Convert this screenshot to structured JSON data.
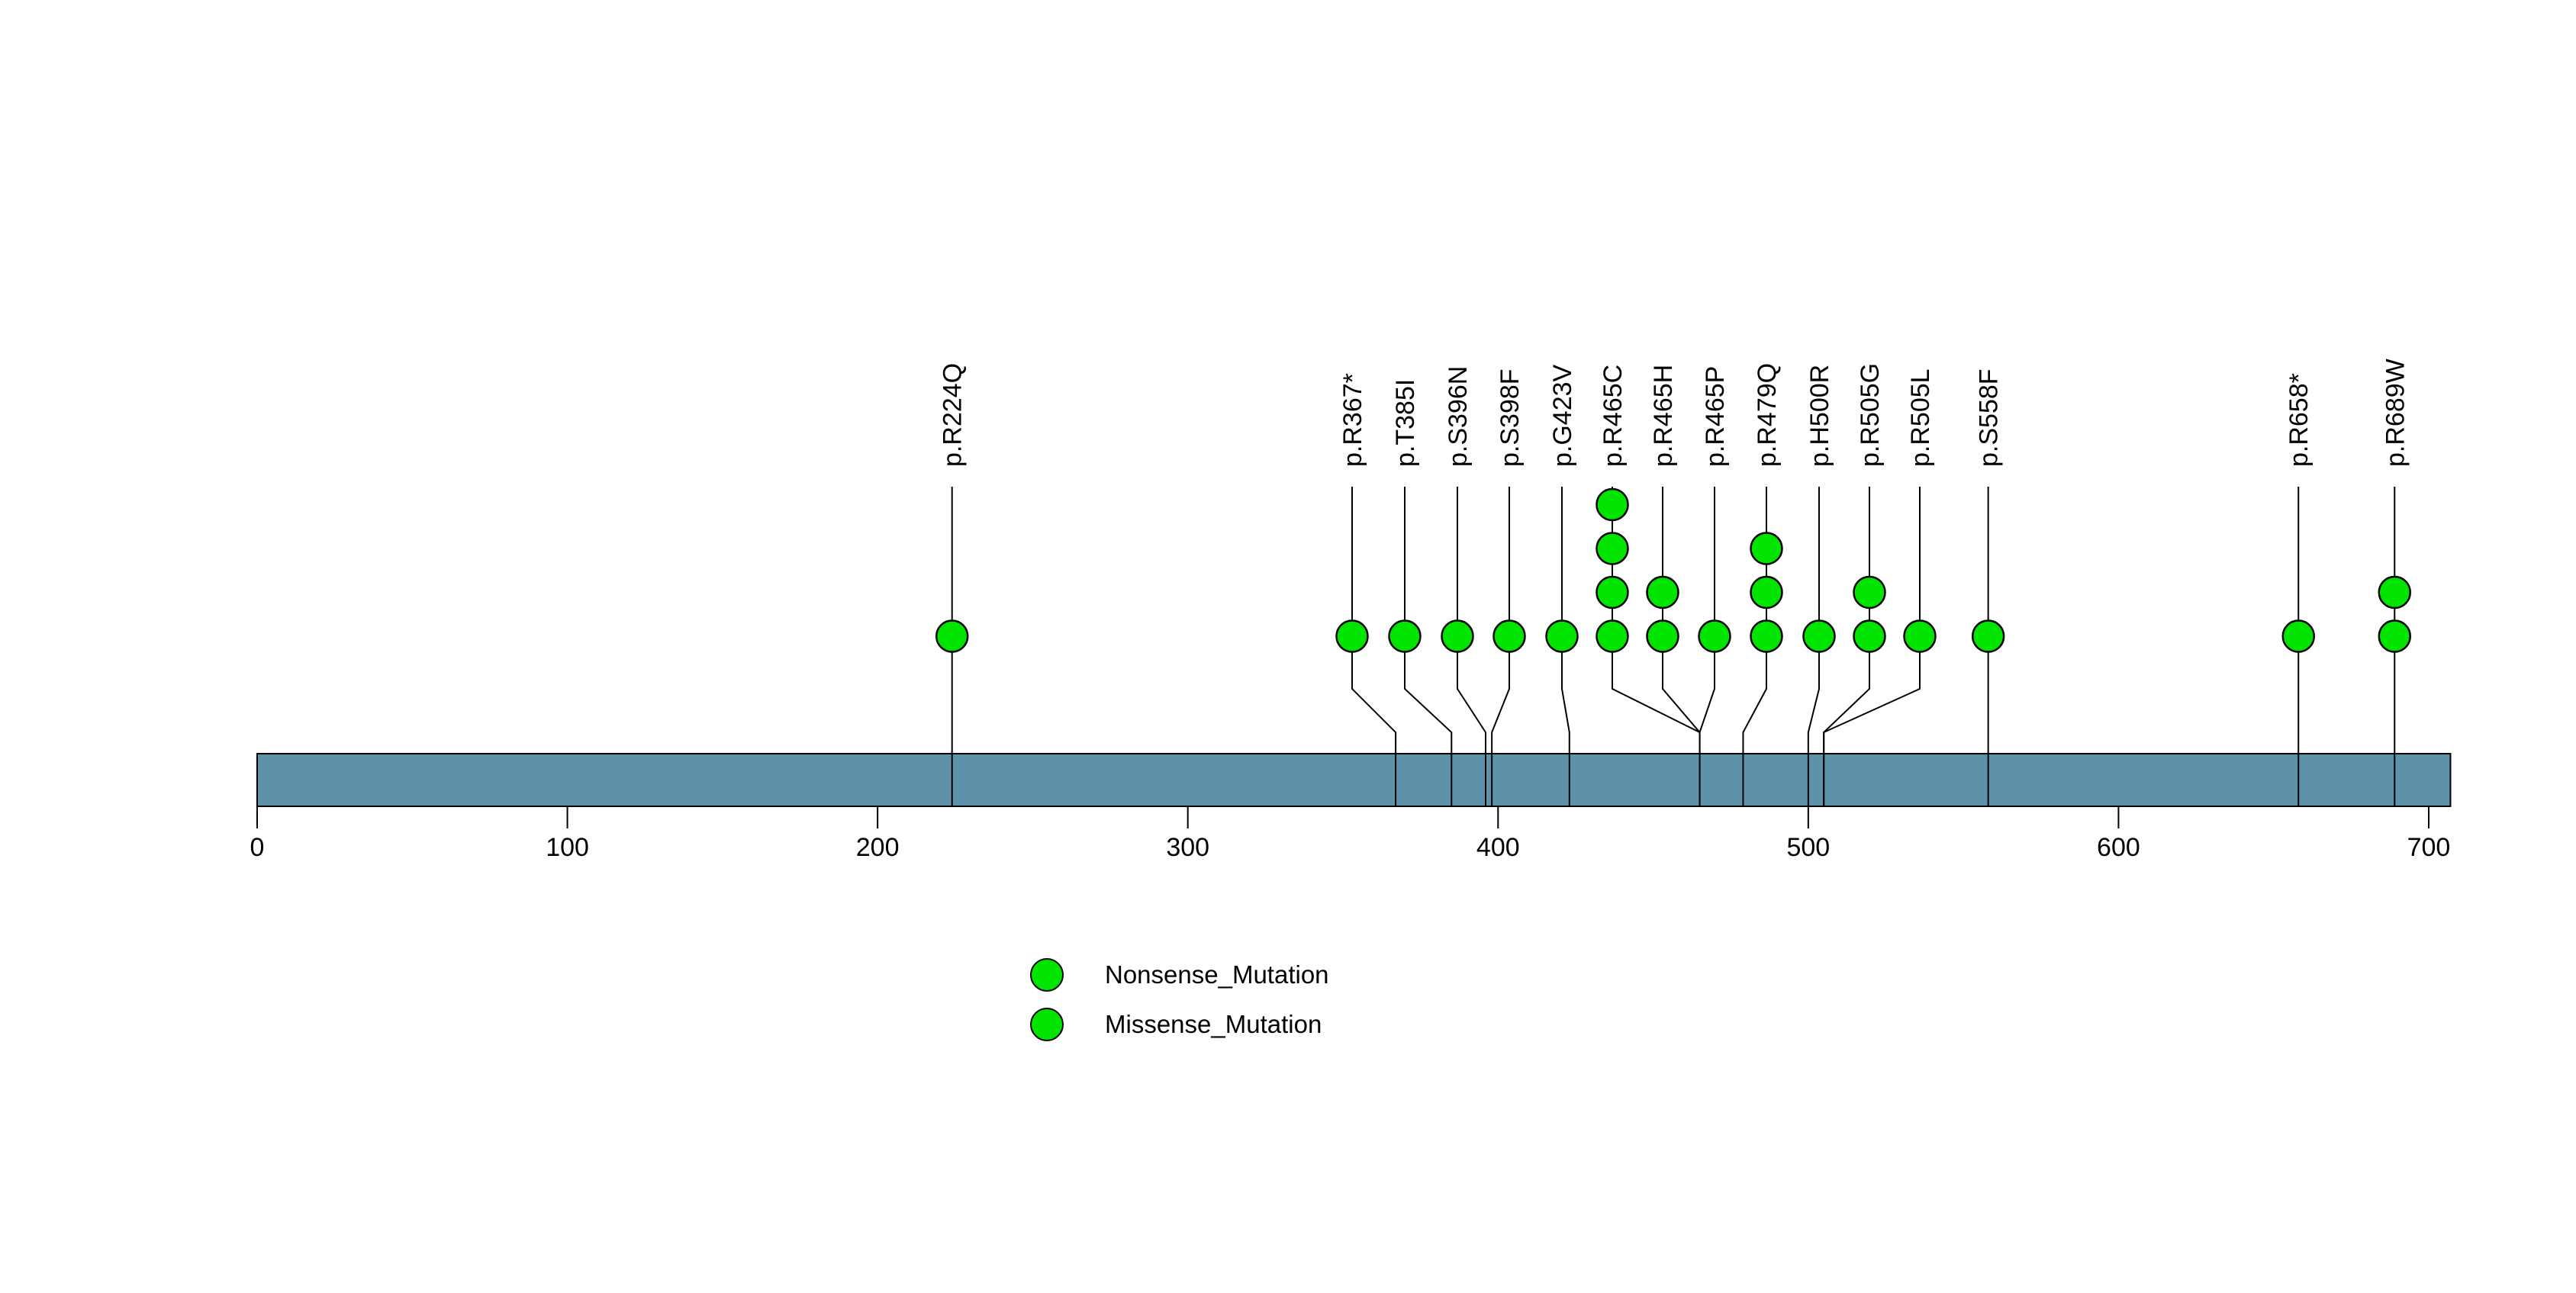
{
  "chart_data": {
    "type": "lollipop",
    "title": "",
    "xlabel": "",
    "ylabel": "",
    "grid": false,
    "x_axis": {
      "min": 0,
      "max": 707,
      "ticks": [
        0,
        100,
        200,
        300,
        400,
        500,
        600,
        700
      ]
    },
    "protein_length": 707,
    "colors": {
      "backbone": "#5E92A8",
      "lollipop_fill": "#00E400",
      "stroke": "#000000"
    },
    "mutations": [
      {
        "label": "p.R224Q",
        "position": 224,
        "count": 1,
        "classification": "Missense_Mutation"
      },
      {
        "label": "p.R367*",
        "position": 367,
        "count": 1,
        "classification": "Nonsense_Mutation"
      },
      {
        "label": "p.T385I",
        "position": 385,
        "count": 1,
        "classification": "Missense_Mutation"
      },
      {
        "label": "p.S396N",
        "position": 396,
        "count": 1,
        "classification": "Missense_Mutation"
      },
      {
        "label": "p.S398F",
        "position": 398,
        "count": 1,
        "classification": "Missense_Mutation"
      },
      {
        "label": "p.G423V",
        "position": 423,
        "count": 1,
        "classification": "Missense_Mutation"
      },
      {
        "label": "p.R465C",
        "position": 465,
        "count": 4,
        "classification": "Missense_Mutation"
      },
      {
        "label": "p.R465H",
        "position": 465,
        "count": 2,
        "classification": "Missense_Mutation"
      },
      {
        "label": "p.R465P",
        "position": 465,
        "count": 1,
        "classification": "Missense_Mutation"
      },
      {
        "label": "p.R479Q",
        "position": 479,
        "count": 3,
        "classification": "Missense_Mutation"
      },
      {
        "label": "p.H500R",
        "position": 500,
        "count": 1,
        "classification": "Missense_Mutation"
      },
      {
        "label": "p.R505G",
        "position": 505,
        "count": 2,
        "classification": "Missense_Mutation"
      },
      {
        "label": "p.R505L",
        "position": 505,
        "count": 1,
        "classification": "Missense_Mutation"
      },
      {
        "label": "p.S558F",
        "position": 558,
        "count": 1,
        "classification": "Missense_Mutation"
      },
      {
        "label": "p.R658*",
        "position": 658,
        "count": 1,
        "classification": "Nonsense_Mutation"
      },
      {
        "label": "p.R689W",
        "position": 689,
        "count": 2,
        "classification": "Missense_Mutation"
      }
    ],
    "legend": {
      "position": "bottom-left",
      "items": [
        {
          "label": "Nonsense_Mutation",
          "color": "#00E400"
        },
        {
          "label": "Missense_Mutation",
          "color": "#00E400"
        }
      ]
    },
    "layout_hints": {
      "label_x": [
        null,
        1772,
        1841,
        1910,
        1978,
        2047,
        2113,
        2179,
        2247,
        2315,
        2384,
        2450,
        2516,
        null,
        null,
        null
      ]
    }
  }
}
